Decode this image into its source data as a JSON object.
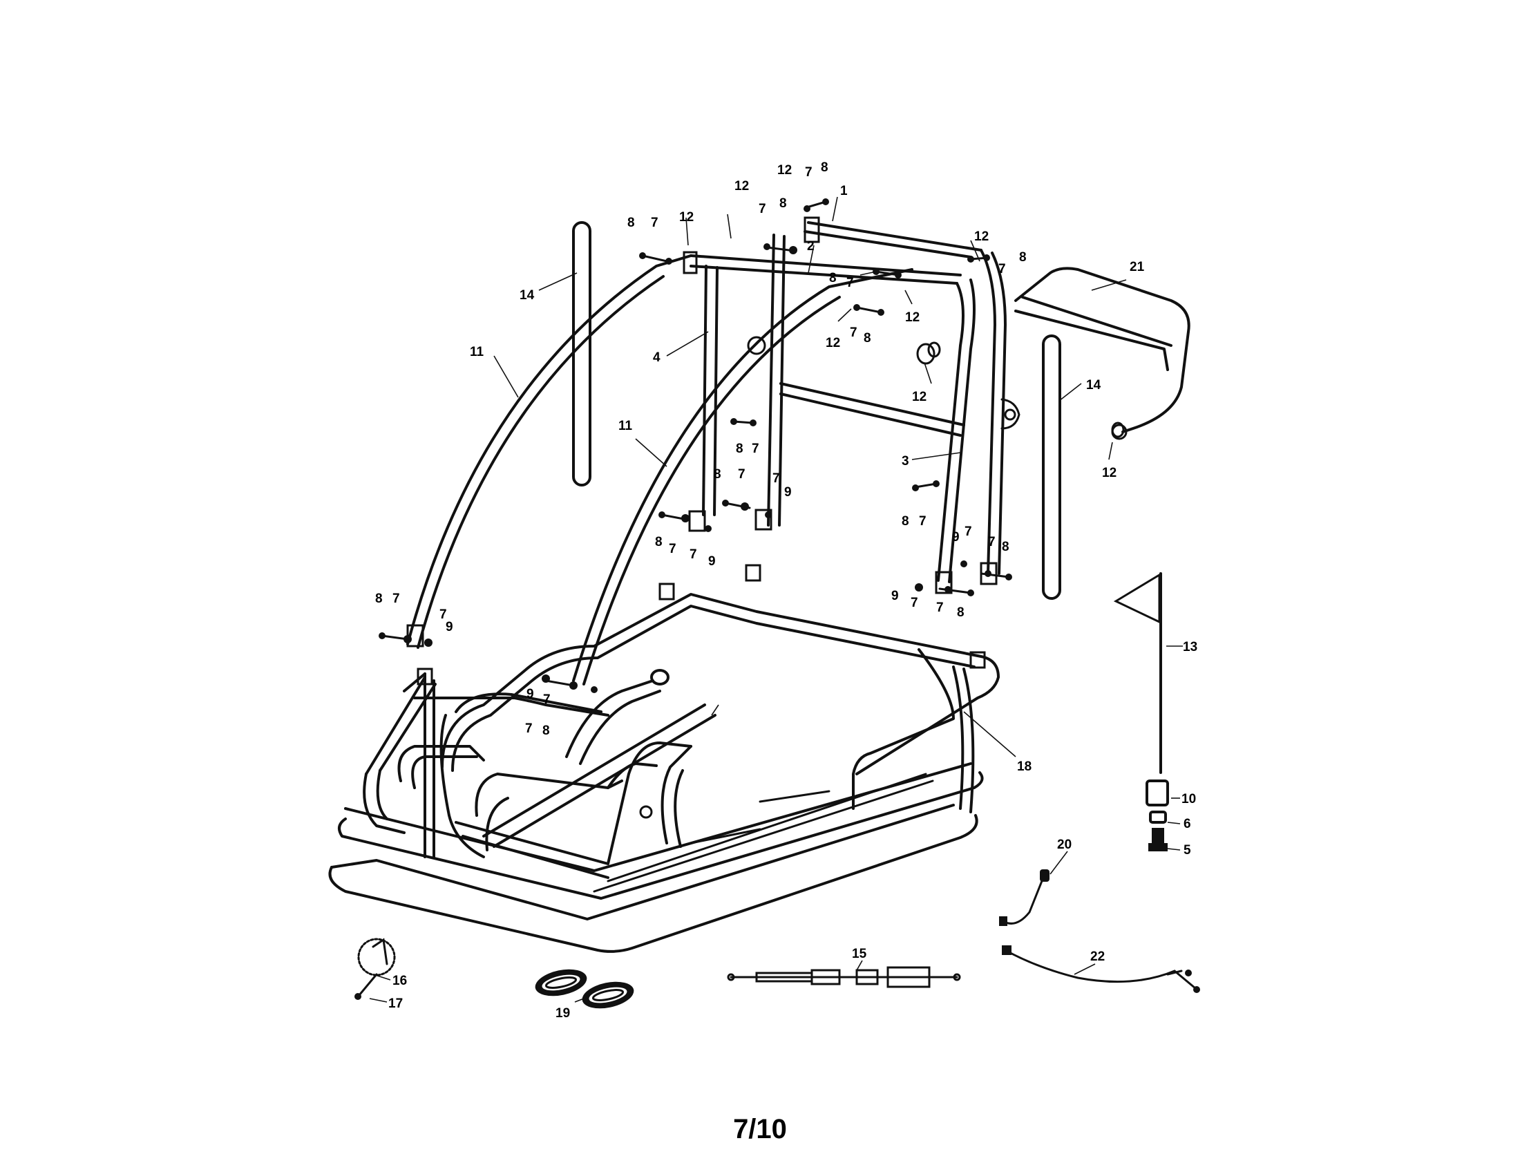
{
  "page": {
    "number": "7/10"
  },
  "callouts": {
    "c1": "1",
    "c2": "2",
    "c3": "3",
    "c4": "4",
    "c5": "5",
    "c6": "6",
    "c7": "7",
    "c8": "8",
    "c9": "9",
    "c10": "10",
    "c11": "11",
    "c12": "12",
    "c13": "13",
    "c14": "14",
    "c15": "15",
    "c16": "16",
    "c17": "17",
    "c18": "18",
    "c19": "19",
    "c20": "20",
    "c21": "21",
    "c22": "22"
  }
}
